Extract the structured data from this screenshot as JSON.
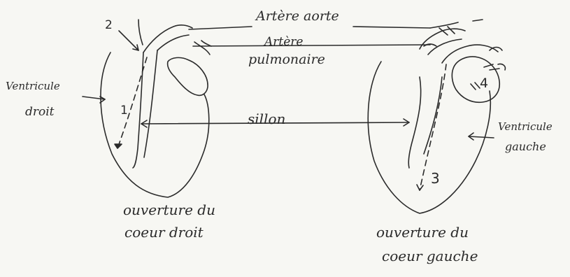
{
  "labels": {
    "aorta": "Artère aorte",
    "pulmonary_line1": "Artère",
    "pulmonary_line2": "pulmonaire",
    "right_ventricle_line1": "Ventricule",
    "right_ventricle_line2": "droit",
    "left_ventricle_line1": "Ventricule",
    "left_ventricle_line2": "gauche",
    "groove": "sillon",
    "right_heart_caption_line1": "ouverture du",
    "right_heart_caption_line2": "coeur droit",
    "left_heart_caption_line1": "ouverture du",
    "left_heart_caption_line2": "coeur gauche"
  },
  "markers": {
    "one": "1",
    "two": "2",
    "three": "3",
    "four": "4"
  },
  "colors": {
    "ink": "#2b2b2b",
    "paper": "#f7f7f3"
  }
}
